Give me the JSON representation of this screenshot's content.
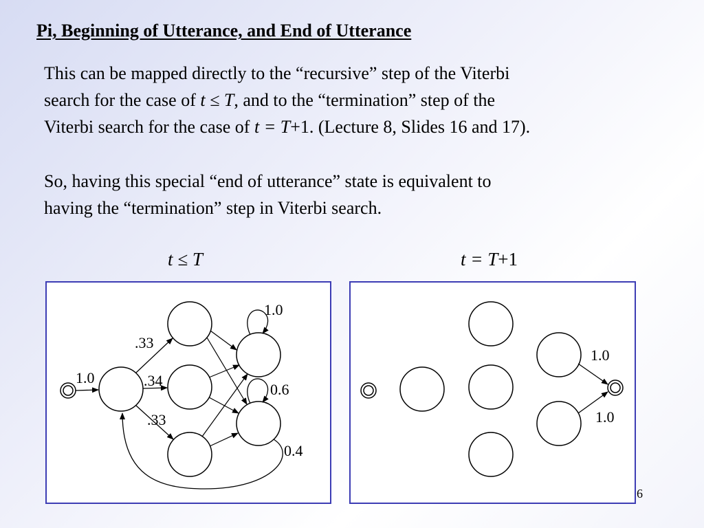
{
  "slide": {
    "title": "Pi, Beginning of Utterance, and End of Utterance",
    "paragraph1": {
      "line1": "This can be mapped directly to the “recursive” step of the Viterbi",
      "line2_a": "search for the case of ",
      "line2_var": "t ≤ T",
      "line2_b": ", and to the “termination” step of the",
      "line3_a": "Viterbi search for the case of ",
      "line3_var": "t = T",
      "line3_b": "+1.  (Lecture 8, Slides 16 and 17)."
    },
    "paragraph2": {
      "line1": "So, having this special “end of utterance” state is equivalent to",
      "line2": "having the “termination” step in Viterbi search."
    },
    "condition_left": "t ≤ T",
    "condition_right_var": "t = T",
    "condition_right_suffix": "+1",
    "page_number": "6"
  },
  "diagram_left": {
    "labels": {
      "entry": "1.0",
      "top": ".33",
      "middle": ".34",
      "bottom": ".33",
      "self_loop_upper": "1.0",
      "self_loop_lower": "0.6",
      "back_loop": "0.4"
    }
  },
  "diagram_right": {
    "labels": {
      "upper_to_final": "1.0",
      "lower_to_final": "1.0"
    }
  }
}
